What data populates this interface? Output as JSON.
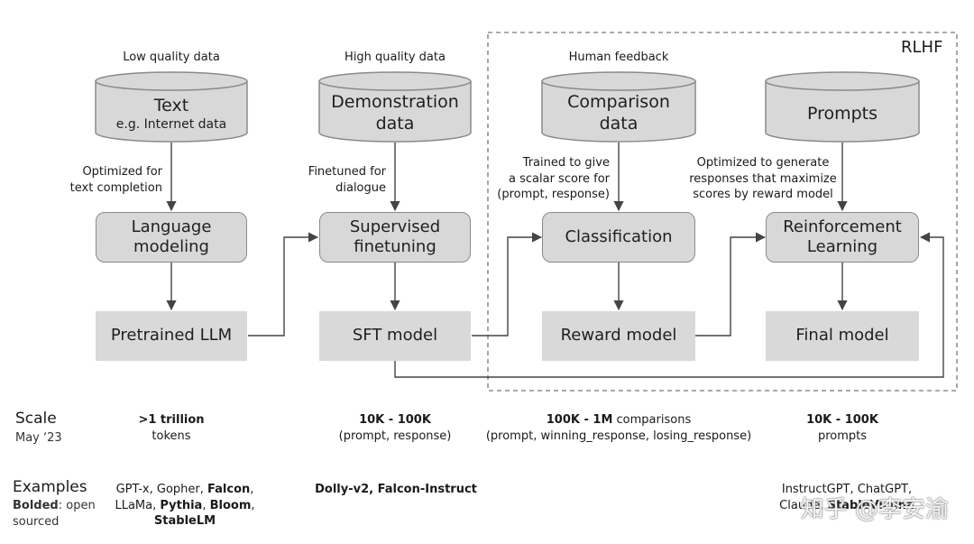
{
  "stages": [
    {
      "source_label": "Low quality data",
      "cylinder": {
        "line1": "Text",
        "line2": "e.g. Internet data"
      },
      "process_note": [
        "Optimized for",
        "text completion"
      ],
      "process": [
        "Language",
        "modeling"
      ],
      "output": "Pretrained LLM"
    },
    {
      "source_label": "High quality data",
      "cylinder": {
        "line1": "Demonstration",
        "line2": "data"
      },
      "process_note": [
        "Finetuned for",
        "dialogue"
      ],
      "process": [
        "Supervised",
        "finetuning"
      ],
      "output": "SFT model"
    },
    {
      "source_label": "Human feedback",
      "cylinder": {
        "line1": "Comparison",
        "line2": "data"
      },
      "process_note": [
        "Trained to give",
        "a scalar score for",
        "(prompt, response)"
      ],
      "process": [
        "Classification"
      ],
      "output": "Reward model"
    },
    {
      "source_label": "",
      "cylinder": {
        "line1": "Prompts",
        "line2": ""
      },
      "process_note": [
        "Optimized to generate",
        "responses that maximize",
        "scores by reward model"
      ],
      "process": [
        "Reinforcement",
        "Learning"
      ],
      "output": "Final model"
    }
  ],
  "rlhf_label": "RLHF",
  "scale": {
    "heading": "Scale",
    "subheading": "May ‘23",
    "values": [
      {
        "bold": ">1 trillion",
        "rest": "",
        "line2": "tokens"
      },
      {
        "bold": "10K - 100K",
        "rest": "",
        "line2": "(prompt, response)"
      },
      {
        "bold": "100K - 1M",
        "rest": " comparisons",
        "line2": "(prompt, winning_response, losing_response)"
      },
      {
        "bold": "10K - 100K",
        "rest": "",
        "line2": "prompts"
      }
    ]
  },
  "examples": {
    "heading": "Examples",
    "note_bold": "Bolded",
    "note_rest": ": open",
    "note_line2": "sourced",
    "col1": {
      "l1_a": "GPT-x, Gopher, ",
      "l1_b": "Falcon",
      "l1_c": ",",
      "l2_a": "LLaMa, ",
      "l2_b": "Pythia",
      "l2_c": ", ",
      "l2_d": "Bloom",
      "l2_e": ",",
      "l3": "StableLM"
    },
    "col2": {
      "a": "Dolly-v2",
      "b": ", ",
      "c": "Falcon-Instruct"
    },
    "col4": {
      "l1": "InstructGPT, ChatGPT,",
      "l2_a": "Claude, ",
      "l2_b": "StableVicuna"
    }
  },
  "watermark": "知乎 @李安渝"
}
